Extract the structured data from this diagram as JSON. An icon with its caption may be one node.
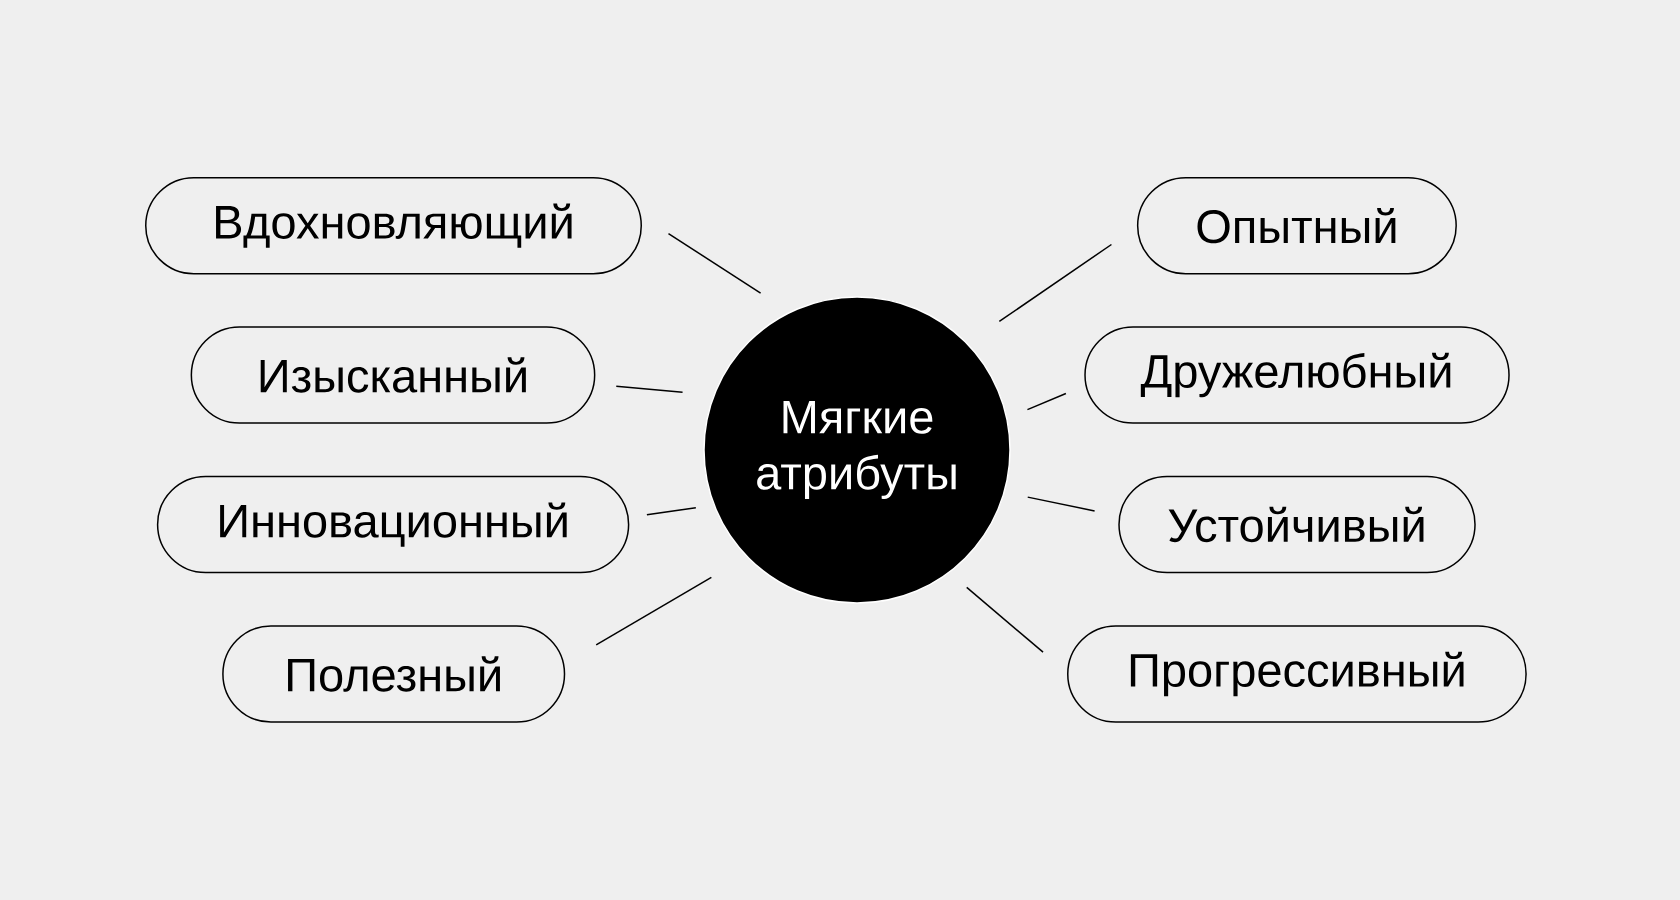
{
  "diagram": {
    "nodes": [
      {
        "text": [
          "Мягкие атрибуты"
        ]
      },
      {
        "text": [
          "Вдохновляющий"
        ]
      },
      {
        "text": [
          "Изысканный"
        ]
      },
      {
        "text": [
          "Инновационный"
        ]
      },
      {
        "text": [
          "Полезный"
        ]
      },
      {
        "text": [
          "Опытный"
        ]
      },
      {
        "text": [
          "Дружелюбный"
        ]
      },
      {
        "text": [
          "Устойчивый"
        ]
      },
      {
        "text": [
          "Прогрессивный"
        ]
      }
    ],
    "edges": [
      {
        "from": 0,
        "to": 1,
        "arrow": "none"
      },
      {
        "from": 0,
        "to": 2,
        "arrow": "none"
      },
      {
        "from": 0,
        "to": 3,
        "arrow": "none"
      },
      {
        "from": 0,
        "to": 4,
        "arrow": "none"
      },
      {
        "from": 0,
        "to": 5,
        "arrow": "none"
      },
      {
        "from": 0,
        "to": 6,
        "arrow": "none"
      },
      {
        "from": 0,
        "to": 7,
        "arrow": "none"
      },
      {
        "from": 0,
        "to": 8,
        "arrow": "none"
      }
    ]
  }
}
